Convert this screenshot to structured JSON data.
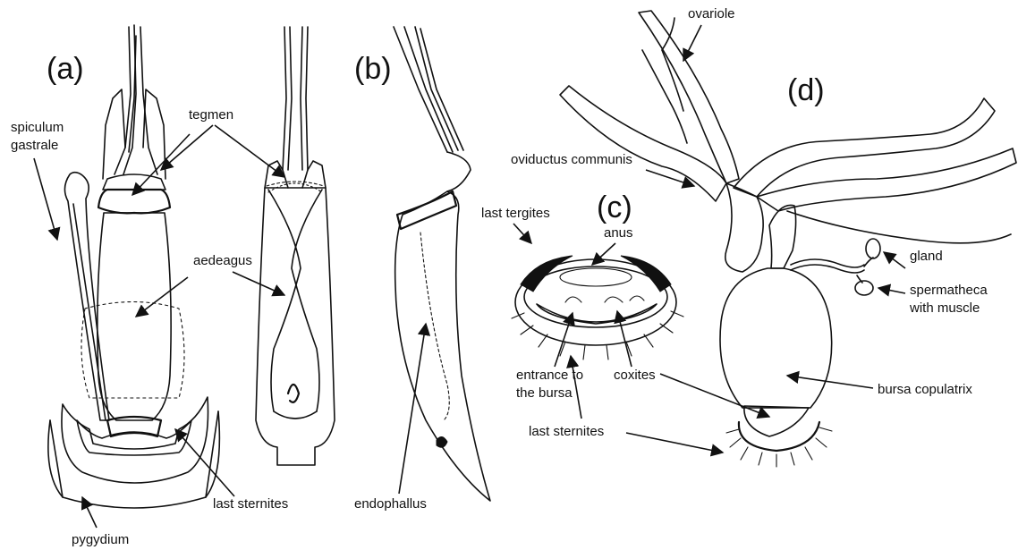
{
  "panels": {
    "a": "(a)",
    "b": "(b)",
    "c": "(c)",
    "d": "(d)"
  },
  "labels": {
    "spiculum_1": "spiculum",
    "spiculum_2": "gastrale",
    "tegmen": "tegmen",
    "aedeagus": "aedeagus",
    "last_sternites_a": "last sternites",
    "pygydium": "pygydium",
    "endophallus": "endophallus",
    "last_tergites": "last tergites",
    "anus": "anus",
    "entrance_1": "entrance to",
    "entrance_2": "the bursa",
    "coxites": "coxites",
    "last_sternites_c": "last sternites",
    "ovariole": "ovariole",
    "oviductus": "oviductus communis",
    "gland": "gland",
    "spermatheca_1": "spermatheca",
    "spermatheca_2": "with muscle",
    "bursa": "bursa copulatrix"
  }
}
